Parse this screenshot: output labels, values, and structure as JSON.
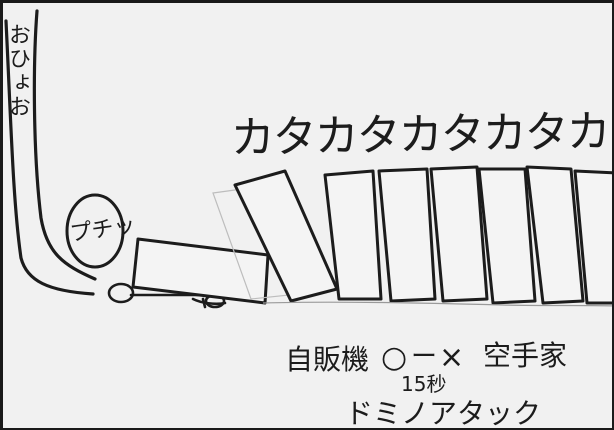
{
  "scene": {
    "sound_effect": "カタカタカタカタカタ",
    "shout": "おひょお",
    "impact": "プチッ",
    "caption": {
      "line1_left": "自販機",
      "line1_symbol_circle": "○",
      "line1_symbol_dash": "ー",
      "line1_symbol_cross": "×",
      "line1_right": "空手家",
      "time": "15秒",
      "technique": "ドミノアタック"
    }
  }
}
